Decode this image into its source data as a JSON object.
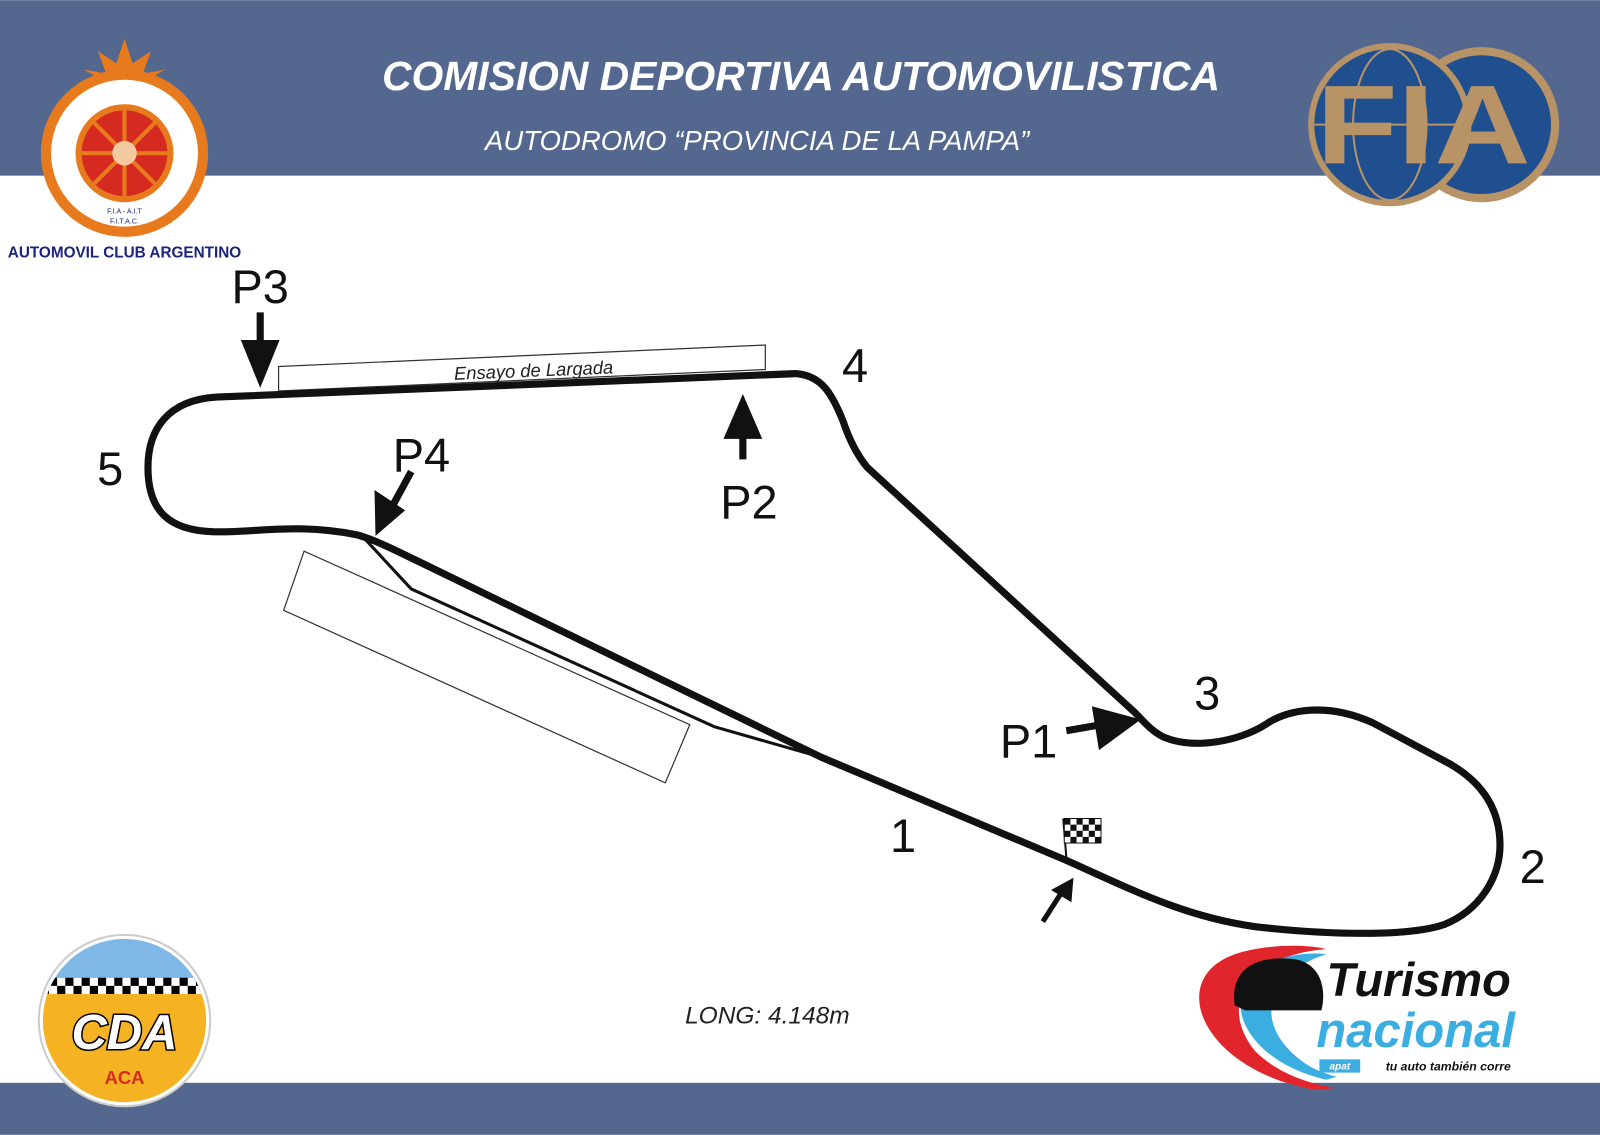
{
  "header": {
    "title": "COMISION DEPORTIVA AUTOMOVILISTICA",
    "subtitle": "AUTODROMO “PROVINCIA DE LA PAMPA”"
  },
  "logos": {
    "aca": {
      "name": "AUTOMOVIL CLUB ARGENTINO",
      "small1": "F.I.A - A.I.T",
      "small2": "F.I.T.A.C."
    },
    "fia": {
      "text": "FIA"
    },
    "cda": {
      "text": "CDA",
      "sub": "ACA"
    },
    "turismo": {
      "line1": "Turismo",
      "line2": "nacional",
      "tag": "apat",
      "slogan": "tu auto también corre"
    }
  },
  "track": {
    "turns": [
      "1",
      "2",
      "3",
      "4",
      "5"
    ],
    "positions": [
      "P1",
      "P2",
      "P3",
      "P4"
    ],
    "start_practice_label": "Ensayo de Largada",
    "length_label": "LONG: 4.148m"
  },
  "colors": {
    "band": "#54688f",
    "track": "#111111",
    "fia_blue": "#1f4f8f",
    "fia_gold": "#b89366",
    "aca_orange": "#e87a1e",
    "aca_red": "#d42a1f",
    "tn_blue": "#3aaee0",
    "tn_red": "#e0262c"
  }
}
